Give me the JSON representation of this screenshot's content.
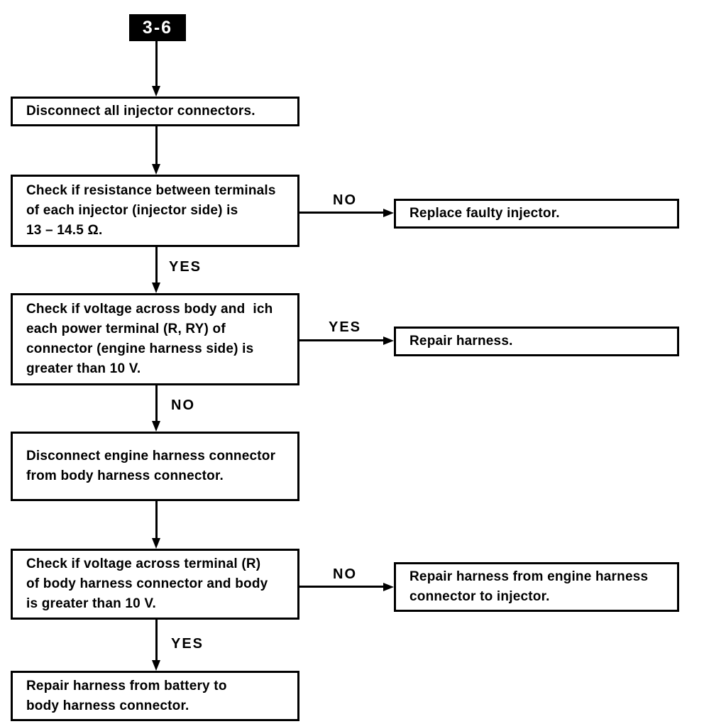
{
  "badge": {
    "label": "3-6"
  },
  "colors": {
    "ink": "#000000",
    "background": "#ffffff"
  },
  "nodes": {
    "disconnect_injectors": {
      "lines": [
        "Disconnect all injector connectors."
      ]
    },
    "check_resistance": {
      "lines": [
        "Check if resistance between terminals",
        "of each injector (injector side) is",
        "13 – 14.5 Ω."
      ]
    },
    "replace_injector": {
      "lines": [
        "Replace faulty injector."
      ]
    },
    "check_voltage_engine": {
      "lines": [
        "Check if voltage across body and  ich",
        "each power terminal (R, RY) of",
        "connector (engine harness side) is",
        "greater than 10 V."
      ]
    },
    "repair_harness": {
      "lines": [
        "Repair harness."
      ]
    },
    "disconnect_engine_harness": {
      "lines": [
        "Disconnect engine harness connector",
        "from body harness connector."
      ]
    },
    "check_voltage_body": {
      "lines": [
        "Check if voltage across terminal (R)",
        "of body harness connector and body",
        "is greater than 10 V."
      ]
    },
    "repair_engine_to_injector": {
      "lines": [
        "Repair harness from engine harness",
        "connector to injector."
      ]
    },
    "repair_battery_to_body": {
      "lines": [
        "Repair harness from battery to",
        "body harness connector."
      ]
    }
  },
  "edges": {
    "resistance_no": "NO",
    "resistance_yes": "YES",
    "voltage_engine_yes": "YES",
    "voltage_engine_no": "NO",
    "voltage_body_no": "NO",
    "voltage_body_yes": "YES"
  }
}
